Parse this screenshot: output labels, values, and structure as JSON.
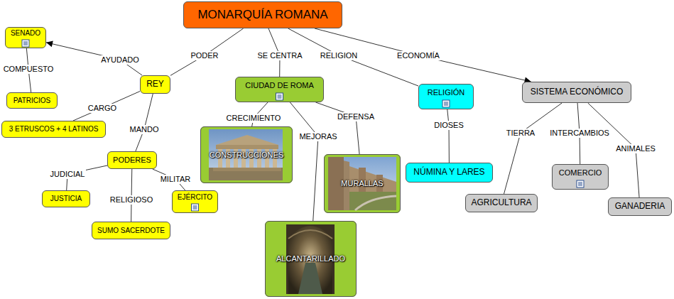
{
  "diagram": {
    "nodes": [
      {
        "text": [
          "MONARQUÍA ROMANA"
        ]
      },
      {
        "text": [
          "SENADO"
        ]
      },
      {
        "text": [
          "REY"
        ]
      },
      {
        "text": [
          "CIUDAD DE ROMA"
        ]
      },
      {
        "text": [
          "SISTEMA ECONÓMICO"
        ]
      },
      {
        "text": [
          "RELIGIÓN"
        ]
      },
      {
        "text": [
          "PATRICIOS"
        ]
      },
      {
        "text": [
          "3 ETRUSCOS + 4 LATINOS"
        ]
      },
      {
        "text": [
          "CONSTRUCCIONES"
        ]
      },
      {
        "text": [
          "PODERES"
        ]
      },
      {
        "text": [
          "MURALLAS"
        ]
      },
      {
        "text": [
          "NÚMINA Y LARES"
        ]
      },
      {
        "text": [
          "COMERCIO"
        ]
      },
      {
        "text": [
          "JUSTICIA"
        ]
      },
      {
        "text": [
          "EJÉRCITO"
        ]
      },
      {
        "text": [
          "AGRICULTURA"
        ]
      },
      {
        "text": [
          "GANADERIA"
        ]
      },
      {
        "text": [
          "ALCANTARILLADO"
        ]
      },
      {
        "text": [
          "SUMO SACERDOTE"
        ]
      }
    ],
    "edges": [
      {
        "from": 0,
        "to": 2,
        "label": "PODER",
        "arrow": "none"
      },
      {
        "from": 0,
        "to": 3,
        "label": "SE CENTRA",
        "arrow": "none"
      },
      {
        "from": 0,
        "to": 5,
        "label": "RELIGION",
        "arrow": "none"
      },
      {
        "from": 0,
        "to": 4,
        "label": "ECONOMÍA",
        "arrow": "to"
      },
      {
        "from": 2,
        "to": 1,
        "label": "AYUDADO",
        "arrow": "to"
      },
      {
        "from": 1,
        "to": 6,
        "label": "COMPUESTO",
        "arrow": "none"
      },
      {
        "from": 2,
        "to": 7,
        "label": "CARGO",
        "arrow": "none"
      },
      {
        "from": 2,
        "to": 9,
        "label": "MANDO",
        "arrow": "none"
      },
      {
        "from": 9,
        "to": 13,
        "label": "JUDICIAL",
        "arrow": "none"
      },
      {
        "from": 9,
        "to": 18,
        "label": "RELIGIOSO",
        "arrow": "none"
      },
      {
        "from": 9,
        "to": 14,
        "label": "MILITAR",
        "arrow": "none"
      },
      {
        "from": 3,
        "to": 8,
        "label": "CRECIMIENTO",
        "arrow": "none"
      },
      {
        "from": 3,
        "to": 17,
        "label": "MEJORAS",
        "arrow": "none"
      },
      {
        "from": 3,
        "to": 10,
        "label": "DEFENSA",
        "arrow": "none"
      },
      {
        "from": 5,
        "to": 11,
        "label": "DIOSES",
        "arrow": "none"
      },
      {
        "from": 4,
        "to": 15,
        "label": "TIERRA",
        "arrow": "none"
      },
      {
        "from": 4,
        "to": 12,
        "label": "INTERCAMBIOS",
        "arrow": "none"
      },
      {
        "from": 4,
        "to": 16,
        "label": "ANIMALES",
        "arrow": "none"
      }
    ]
  }
}
